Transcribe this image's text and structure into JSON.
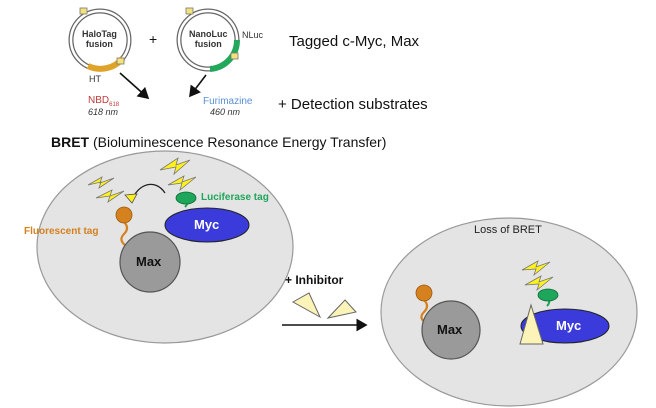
{
  "plasmids": {
    "halotag_line1": "HaloTag",
    "halotag_line2": "fusion",
    "halotag_marker": "HT",
    "nanoluc_line1": "NanoLuc",
    "nanoluc_line2": "fusion",
    "nanoluc_marker": "NLuc",
    "plus": "+"
  },
  "tagged_label": "Tagged c-Myc, Max",
  "substrates": {
    "nbd_label": "NBD",
    "nbd_subscript": "618",
    "nbd_wavelength": "618 nm",
    "furimazine_label": "Furimazine",
    "furimazine_wavelength": "460 nm",
    "detection_label": "+ Detection substrates"
  },
  "bret_title": {
    "bold": "BRET",
    "rest": " (Bioluminescence Resonance Energy Transfer)"
  },
  "left_cell": {
    "fluorescent_tag": "Fluorescent tag",
    "luciferase_tag": "Luciferase tag",
    "max_label": "Max",
    "myc_label": "Myc"
  },
  "inhibitor_label": "+ Inhibitor",
  "right_cell": {
    "loss_label": "Loss of BRET",
    "max_label": "Max",
    "myc_label": "Myc"
  },
  "colors": {
    "cell_gray": "#e4e4e4",
    "max_gray": "#9a9a9a",
    "myc_blue": "#3b3bdc",
    "fluorescent_orange": "#d4811e",
    "luciferase_green": "#1ea65a",
    "bolt_yellow": "#fff21a",
    "inhibitor_fill": "#fbf3b8",
    "nbd_red": "#c43a3a",
    "furimazine_blue": "#5a8fd6"
  }
}
